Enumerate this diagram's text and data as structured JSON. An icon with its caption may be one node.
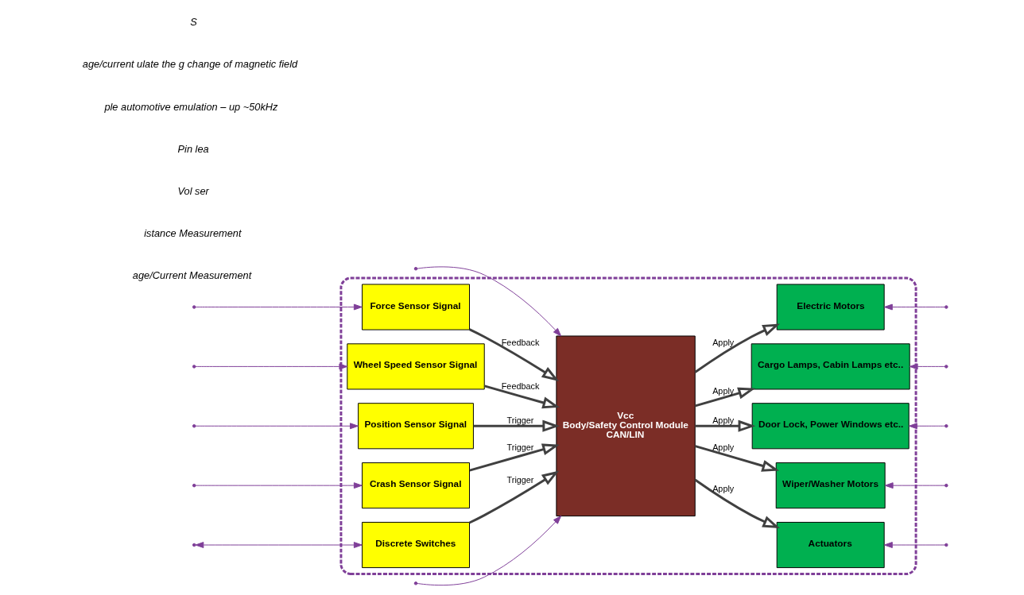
{
  "diagram": {
    "nodes": [
      {
        "text": [],
        "shape": "box"
      },
      {
        "text": [
          "Force Sensor Signal"
        ],
        "in": 0
      },
      {
        "text": [
          "Wheel Speed Sensor Signal"
        ],
        "in": 0
      },
      {
        "text": [
          "Position Sensor Signal"
        ],
        "in": 0
      },
      {
        "text": [
          "Crash Sensor Signal"
        ],
        "in": 0
      },
      {
        "text": [
          "Discrete Switches"
        ],
        "in": 0
      },
      {
        "text": [
          "Vcc",
          "Body/Safety Control Module",
          "CAN/LIN"
        ],
        "in": 0
      },
      {
        "text": [
          "Electric Motors"
        ],
        "in": 0
      },
      {
        "text": [
          "Cargo Lamps, Cabin Lamps etc.."
        ],
        "in": 0
      },
      {
        "text": [
          "Door Lock, Power Windows etc.."
        ],
        "in": 0
      },
      {
        "text": [
          "Wiper/Washer Motors"
        ],
        "in": 0
      },
      {
        "text": [
          "Actuators"
        ],
        "in": 0
      }
    ],
    "edges": [
      {
        "from": 1,
        "to": 6,
        "arrow": "to",
        "label": "Feedback",
        "style": "thick",
        "color": "#404040"
      },
      {
        "from": 2,
        "to": 6,
        "arrow": "to",
        "label": "Feedback",
        "style": "thick",
        "color": "#404040"
      },
      {
        "from": 3,
        "to": 6,
        "arrow": "to",
        "label": "Trigger",
        "style": "thick",
        "color": "#404040"
      },
      {
        "from": 4,
        "to": 6,
        "arrow": "to",
        "label": "Trigger",
        "style": "thick",
        "color": "#404040"
      },
      {
        "from": 5,
        "to": 6,
        "arrow": "to",
        "label": "Trigger",
        "style": "thick",
        "color": "#404040"
      },
      {
        "from": 6,
        "to": 7,
        "arrow": "to",
        "label": "Apply",
        "style": "thick",
        "color": "#404040"
      },
      {
        "from": 6,
        "to": 8,
        "arrow": "to",
        "label": "Apply",
        "style": "thick",
        "color": "#404040"
      },
      {
        "from": 6,
        "to": 9,
        "arrow": "to",
        "label": "Apply",
        "style": "thick",
        "color": "#404040"
      },
      {
        "from": 6,
        "to": 10,
        "arrow": "to",
        "label": "Apply",
        "style": "thick",
        "color": "#404040"
      },
      {
        "from": 6,
        "to": 11,
        "arrow": "to",
        "label": "Apply",
        "style": "thick",
        "color": "#404040"
      },
      {
        "from": null,
        "to": 1,
        "arrow": "to"
      },
      {
        "from": null,
        "to": 2,
        "arrow": "to"
      },
      {
        "from": null,
        "to": 3,
        "arrow": "to"
      },
      {
        "from": null,
        "to": 4,
        "arrow": "to"
      },
      {
        "from": null,
        "to": 5,
        "arrow": "both"
      },
      {
        "from": null,
        "to": 6,
        "arrow": "to"
      },
      {
        "from": null,
        "to": 6,
        "arrow": "to"
      },
      {
        "from": null,
        "to": 7,
        "arrow": "to"
      },
      {
        "from": null,
        "to": 8,
        "arrow": "to"
      },
      {
        "from": null,
        "to": 9,
        "arrow": "to"
      },
      {
        "from": null,
        "to": 10,
        "arrow": "to"
      },
      {
        "from": null,
        "to": 11,
        "arrow": "to"
      }
    ],
    "labels": [
      "age/Current Measurement",
      "istance Measurement",
      "Vol ser",
      "Pin lea",
      "ple automotive emulation – up ~50kHz",
      "age/current ulate the g change of magnetic field",
      "S"
    ]
  }
}
